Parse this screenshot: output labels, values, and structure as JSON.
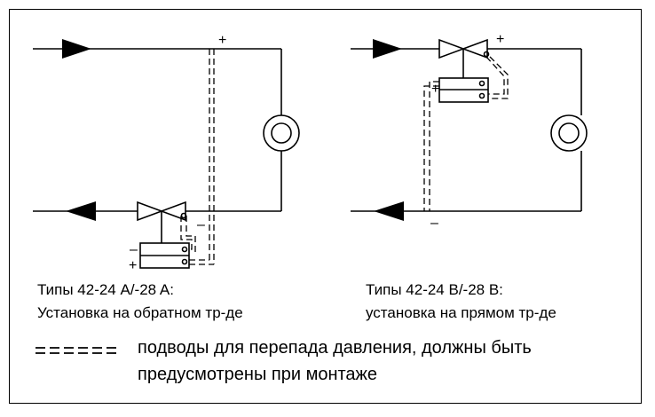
{
  "left": {
    "type_line": "Типы 42-24 A/-28 A:",
    "install_line": "Установка на обратном тр-де",
    "marks": {
      "plus_top": "+",
      "minus_bottom": "–",
      "actuator_minus": "–",
      "actuator_plus": "+"
    }
  },
  "right": {
    "type_line": "Типы 42-24 B/-28 B:",
    "install_line": "установка на прямом тр-де",
    "marks": {
      "plus_top": "+",
      "actuator_plus": "+",
      "minus_bottom": "–"
    }
  },
  "legend": {
    "symbol": "=====",
    "line1": "подводы для перепада давления, должны быть",
    "line2": "предусмотрены при монтаже"
  }
}
